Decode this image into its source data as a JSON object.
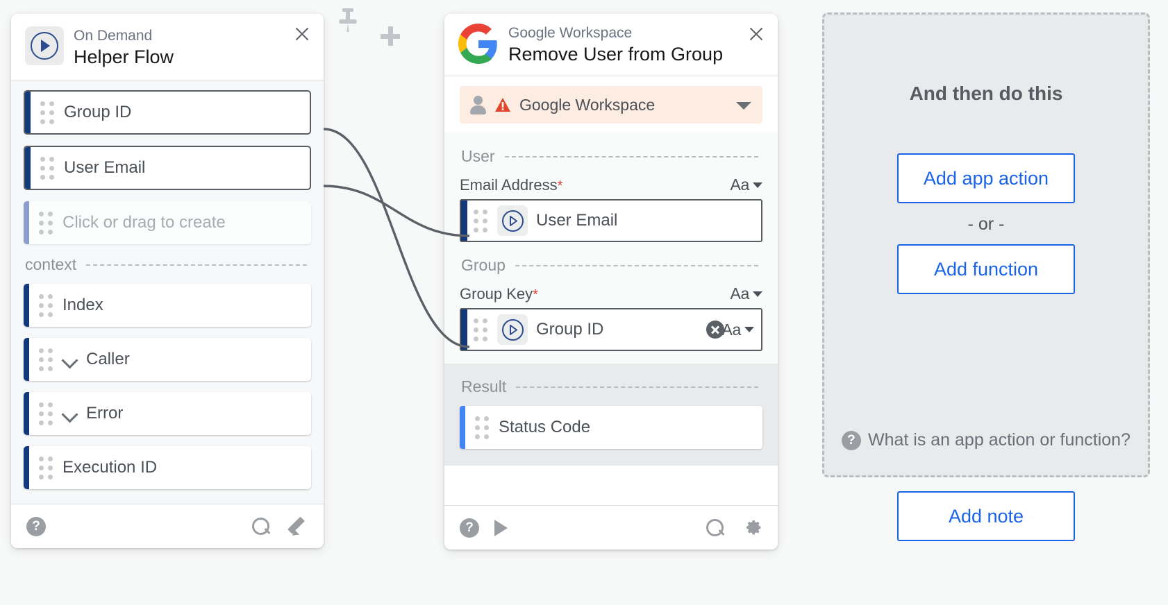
{
  "left_panel": {
    "kind": "On Demand",
    "title": "Helper Flow",
    "icon": "play-circle-icon",
    "close_icon": "close-icon",
    "output_fields": [
      {
        "label": "Group ID",
        "style": "outlined",
        "icon": "drag-handle-icon"
      },
      {
        "label": "User Email",
        "style": "outlined",
        "icon": "drag-handle-icon"
      },
      {
        "label": "Click or drag to create",
        "style": "ghost",
        "icon": "drag-handle-icon"
      }
    ],
    "section_label": "context",
    "context_fields": [
      {
        "label": "Index",
        "expandable": false
      },
      {
        "label": "Caller",
        "expandable": true
      },
      {
        "label": "Error",
        "expandable": true
      },
      {
        "label": "Execution ID",
        "expandable": false
      }
    ],
    "footer": {
      "help_icon": "help-circle-icon",
      "search_icon": "search-icon",
      "edit_icon": "pencil-icon"
    }
  },
  "canvas": {
    "pin_icon": "pushpin-icon",
    "plus_icon": "plus-icon"
  },
  "mid_panel": {
    "app": "Google Workspace",
    "title": "Remove User from Group",
    "app_icon": "google-logo-icon",
    "close_icon": "close-icon",
    "connection": {
      "name": "Google Workspace",
      "person_icon": "person-icon",
      "warning_icon": "warning-triangle-icon",
      "caret_icon": "chevron-down-icon",
      "warning_color": "#e2452a",
      "background": "#fdece1"
    },
    "sections": [
      {
        "name": "User",
        "field_label": "Email Address",
        "required": true,
        "type_control": "Aa",
        "value": "User Email",
        "value_icon": "flow-token-icon",
        "has_clear": false
      },
      {
        "name": "Group",
        "field_label": "Group Key",
        "required": true,
        "type_control": "Aa",
        "value": "Group ID",
        "value_icon": "flow-token-icon",
        "has_clear": true,
        "clear_icon": "clear-circle-icon"
      }
    ],
    "result": {
      "label": "Result",
      "fields": [
        {
          "label": "Status Code",
          "accent": "#4285f4"
        }
      ]
    },
    "footer": {
      "help_icon": "help-circle-icon",
      "run_icon": "play-triangle-icon",
      "search_icon": "search-icon",
      "settings_icon": "gear-icon"
    }
  },
  "right_panel": {
    "title": "And then do this",
    "add_app_action": "Add app action",
    "or_text": "- or -",
    "add_function": "Add function",
    "help_text": "What is an app action or function?",
    "help_icon": "help-circle-icon",
    "add_note": "Add note"
  },
  "theme": {
    "accent_blue": "#1a62e8",
    "navy": "#123a7a",
    "result_blue": "#4285f4",
    "warn_orange": "#e2452a",
    "canvas_bg": "#f7f8f8"
  }
}
